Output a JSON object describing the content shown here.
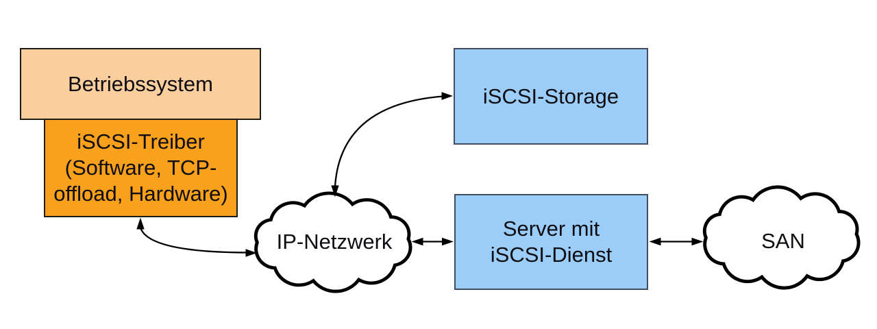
{
  "diagram": {
    "type": "network-architecture",
    "language": "de",
    "nodes": {
      "os": {
        "label": "Betriebssystem",
        "shape": "rectangle",
        "fill": "#FBCE9E"
      },
      "driver": {
        "lines": [
          "iSCSI-Treiber",
          "(Software, TCP-",
          "offload, Hardware)"
        ],
        "shape": "rectangle",
        "fill": "#F9A01C"
      },
      "storage": {
        "label": "iSCSI-Storage",
        "shape": "rectangle",
        "fill": "#9CCCF8"
      },
      "server": {
        "lines": [
          "Server mit",
          "iSCSI-Dienst"
        ],
        "shape": "rectangle",
        "fill": "#9CCCF8"
      },
      "ip_cloud": {
        "label": "IP-Netzwerk",
        "shape": "cloud",
        "fill": "#FFFFFF"
      },
      "san_cloud": {
        "label": "SAN",
        "shape": "cloud",
        "fill": "#FFFFFF"
      }
    },
    "edges": [
      {
        "from": "driver",
        "to": "ip_cloud",
        "direction": "both",
        "style": "curved"
      },
      {
        "from": "ip_cloud",
        "to": "storage",
        "direction": "both",
        "style": "curved"
      },
      {
        "from": "ip_cloud",
        "to": "server",
        "direction": "both",
        "style": "straight"
      },
      {
        "from": "server",
        "to": "san_cloud",
        "direction": "both",
        "style": "straight"
      }
    ],
    "colors": {
      "os_fill": "#FBCE9E",
      "driver_fill": "#F9A01C",
      "blue_fill": "#9CCCF8",
      "blue_border": "#404D5F",
      "box_border": "#1F1B16",
      "cloud_fill": "#FFFFFF",
      "line": "#000000",
      "text": "#0D0D12"
    }
  }
}
